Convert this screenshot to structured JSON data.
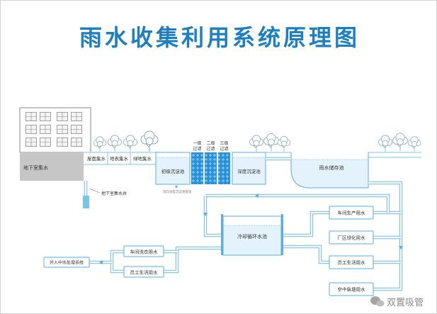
{
  "title": "雨水收集利用系统原理图",
  "collection": {
    "basement": "地下室集水",
    "roof": "屋面集水",
    "surface": "地表集水",
    "greenland": "绿地集水"
  },
  "basement_well": "地下室集水井",
  "tanks": {
    "primary": "初级沉淀池",
    "deep": "深度沉淀池",
    "storage": "雨水储存池",
    "cooling": "冷却循环水池"
  },
  "filters": [
    {
      "line1": "一级",
      "line2": "过滤"
    },
    {
      "line1": "二级",
      "line2": "过滤"
    },
    {
      "line1": "三级",
      "line2": "过滤"
    }
  ],
  "pipe_note": "流向深度沉淀池管道",
  "uses": {
    "workshop_production": "车间生产用水",
    "greening": "厂区绿化用水",
    "staff_living": "员工生活用水",
    "fish_pond": "空中鱼塘用水"
  },
  "reuse": {
    "laundry": "车间洗衣用水",
    "staff_living": "员工生活用水",
    "reclaimed": "并入中水处理系统"
  },
  "watermark": "双置吸管",
  "colors": {
    "title": "#1b7fc1",
    "pipe": "#7cc3ea",
    "box": "#5aaee0",
    "water": "#e3f2fb",
    "filter": "#2a8fd6",
    "basement": "#c6c6c6",
    "text": "#333333"
  }
}
